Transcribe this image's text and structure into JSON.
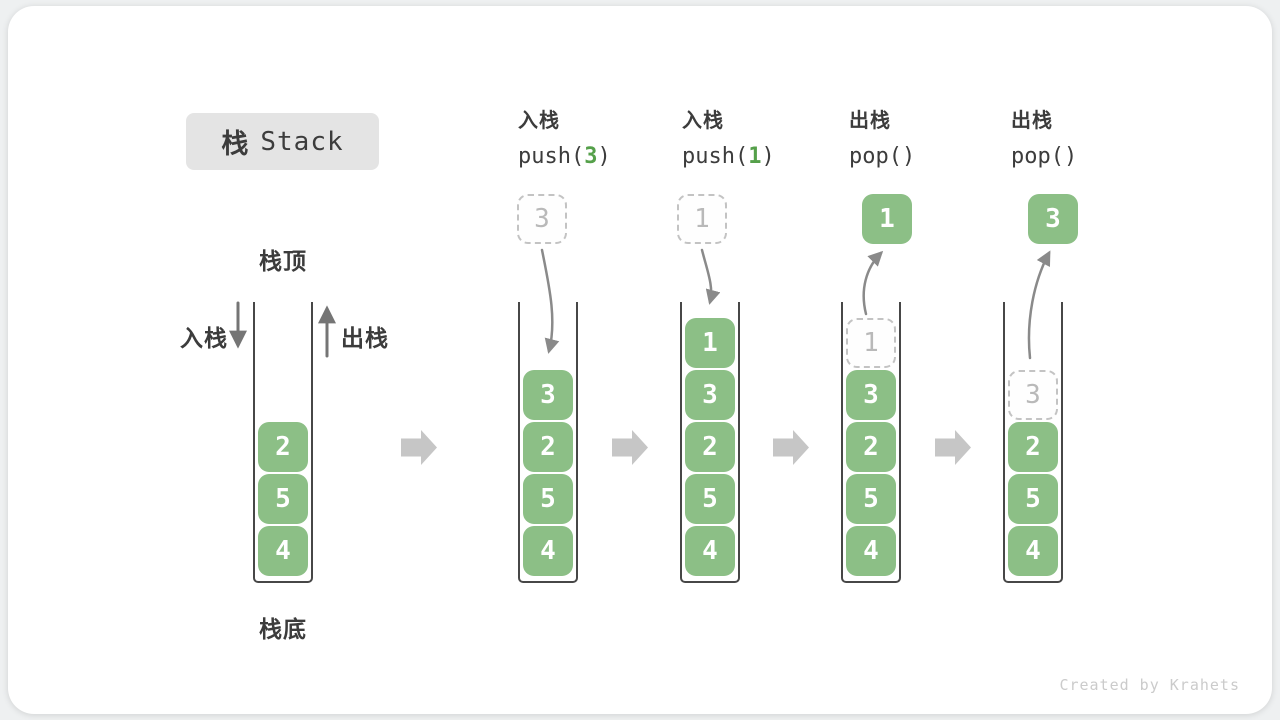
{
  "title": {
    "zh": "栈",
    "en": "Stack"
  },
  "labels": {
    "stack_top": "栈顶",
    "stack_bottom": "栈底",
    "push_side": "入栈",
    "pop_side": "出栈"
  },
  "watermark": "Created by Krahets",
  "colors": {
    "cell_green": "#8CBF86",
    "arg_green": "#55A04A",
    "ghost_border": "#C3C3C3",
    "ghost_text": "#B9B9B9",
    "wall": "#474747",
    "text_dark": "#3C3C3C",
    "title_bg": "#E4E4E4",
    "block_arrow": "#C6C6C6",
    "flow_arrow": "#8A8A8A",
    "side_arrow": "#757575",
    "watermark": "#CBCBCB"
  },
  "stacks": [
    {
      "name": "state-initial",
      "cells": [
        {
          "v": "2"
        },
        {
          "v": "5"
        },
        {
          "v": "4"
        }
      ]
    },
    {
      "name": "state-after-push-3",
      "op": {
        "zh": "入栈",
        "pre": "push(",
        "arg": "3",
        "suf": ")"
      },
      "floating": {
        "v": "3",
        "style": "dashed"
      },
      "flow": "in",
      "cells": [
        {
          "v": "3"
        },
        {
          "v": "2"
        },
        {
          "v": "5"
        },
        {
          "v": "4"
        }
      ]
    },
    {
      "name": "state-after-push-1",
      "op": {
        "zh": "入栈",
        "pre": "push(",
        "arg": "1",
        "suf": ")"
      },
      "floating": {
        "v": "1",
        "style": "dashed"
      },
      "flow": "in",
      "cells": [
        {
          "v": "1"
        },
        {
          "v": "3"
        },
        {
          "v": "2"
        },
        {
          "v": "5"
        },
        {
          "v": "4"
        }
      ]
    },
    {
      "name": "state-after-pop-1",
      "op": {
        "zh": "出栈",
        "pre": "pop()",
        "arg": "",
        "suf": ""
      },
      "floating": {
        "v": "1",
        "style": "solid"
      },
      "flow": "out",
      "cells": [
        {
          "v": "1",
          "ghost": true
        },
        {
          "v": "3"
        },
        {
          "v": "2"
        },
        {
          "v": "5"
        },
        {
          "v": "4"
        }
      ]
    },
    {
      "name": "state-after-pop-3",
      "op": {
        "zh": "出栈",
        "pre": "pop()",
        "arg": "",
        "suf": ""
      },
      "floating": {
        "v": "3",
        "style": "solid"
      },
      "flow": "out",
      "cells": [
        {
          "v": "3",
          "ghost": true
        },
        {
          "v": "2"
        },
        {
          "v": "5"
        },
        {
          "v": "4"
        }
      ]
    }
  ]
}
